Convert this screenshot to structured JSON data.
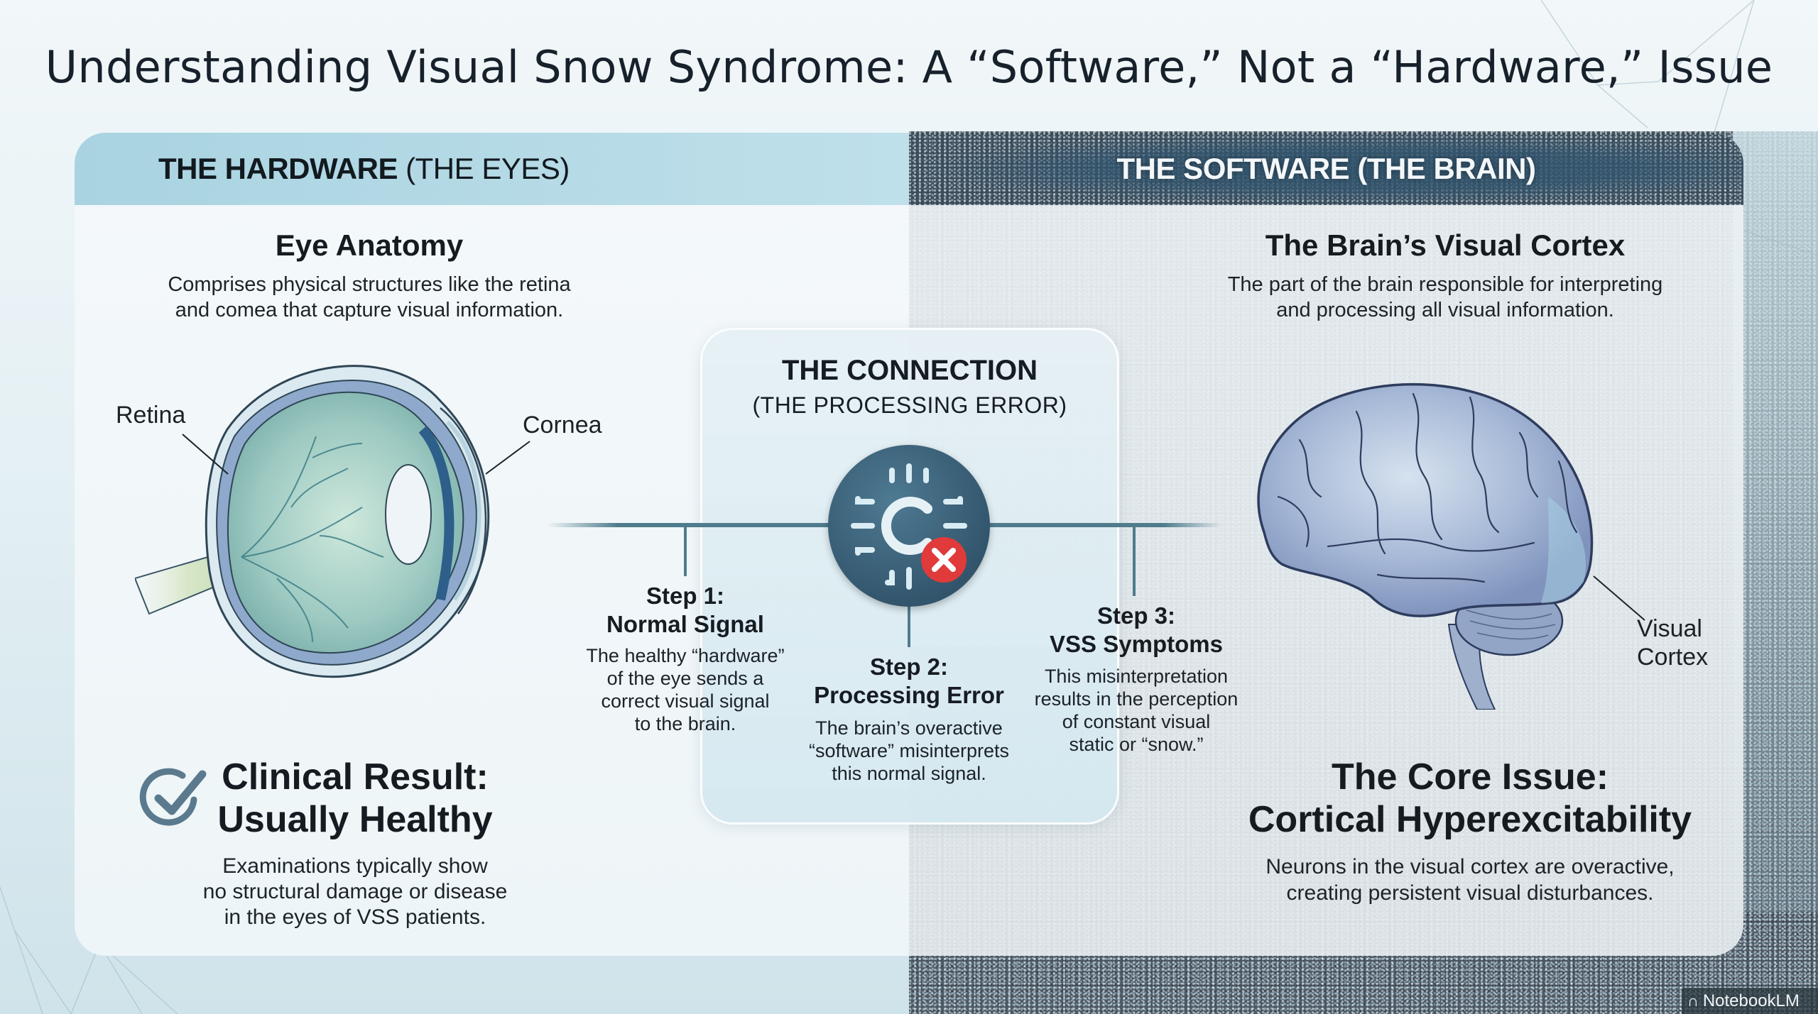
{
  "title": "Understanding Visual Snow Syndrome: A “Software,” Not a “Hardware,” Issue",
  "hardware": {
    "header_bold": "THE HARDWARE",
    "header_rest": " (THE EYES)",
    "anatomy": {
      "title": "Eye Anatomy",
      "desc_line1": "Comprises physical structures like the retina",
      "desc_line2": "and comea that capture visual information."
    },
    "labels": {
      "retina": "Retina",
      "cornea": "Cornea"
    },
    "result": {
      "title_line1": "Clinical Result:",
      "title_line2": "Usually Healthy",
      "desc_line1": "Examinations typically show",
      "desc_line2": "no structural damage or disease",
      "desc_line3": "in the eyes of VSS patients.",
      "icon": "check-circle-icon"
    }
  },
  "connection": {
    "title": "THE CONNECTION",
    "subtitle": "(THE PROCESSING ERROR)",
    "icon": "processing-error-icon",
    "steps": [
      {
        "title_line1": "Step 1:",
        "title_line2": "Normal Signal",
        "desc": [
          "The healthy “hardware”",
          "of the eye sends a",
          "correct visual signal",
          "to the brain."
        ]
      },
      {
        "title_line1": "Step 2:",
        "title_line2": "Processing Error",
        "desc": [
          "The brain’s overactive",
          "“software” misinterprets",
          "this normal signal."
        ]
      },
      {
        "title_line1": "Step 3:",
        "title_line2": "VSS Symptoms",
        "desc": [
          "This misinterpretation",
          "results in the perception",
          "of constant visual",
          "static or “snow.”"
        ]
      }
    ]
  },
  "software": {
    "header": "THE SOFTWARE (THE BRAIN)",
    "cortex": {
      "title": "The Brain’s Visual Cortex",
      "desc_line1": "The part of the brain responsible for interpreting",
      "desc_line2": "and processing all visual information."
    },
    "labels": {
      "visual_line1": "Visual",
      "visual_line2": "Cortex"
    },
    "core": {
      "title_line1": "The Core Issue:",
      "title_line2": "Cortical Hyperexcitability",
      "desc_line1": "Neurons in the visual cortex are overactive,",
      "desc_line2": "creating persistent visual disturbances."
    }
  },
  "watermark": {
    "symbol": "∩",
    "label": "NotebookLM"
  },
  "colors": {
    "hardware_header": "#a9d3e1",
    "software_header": "#3a4c5a",
    "connector": "#4f7c8c",
    "icon_circle": "#33566d",
    "error_badge": "#e03a3a",
    "check_icon": "#5b7a8e"
  }
}
